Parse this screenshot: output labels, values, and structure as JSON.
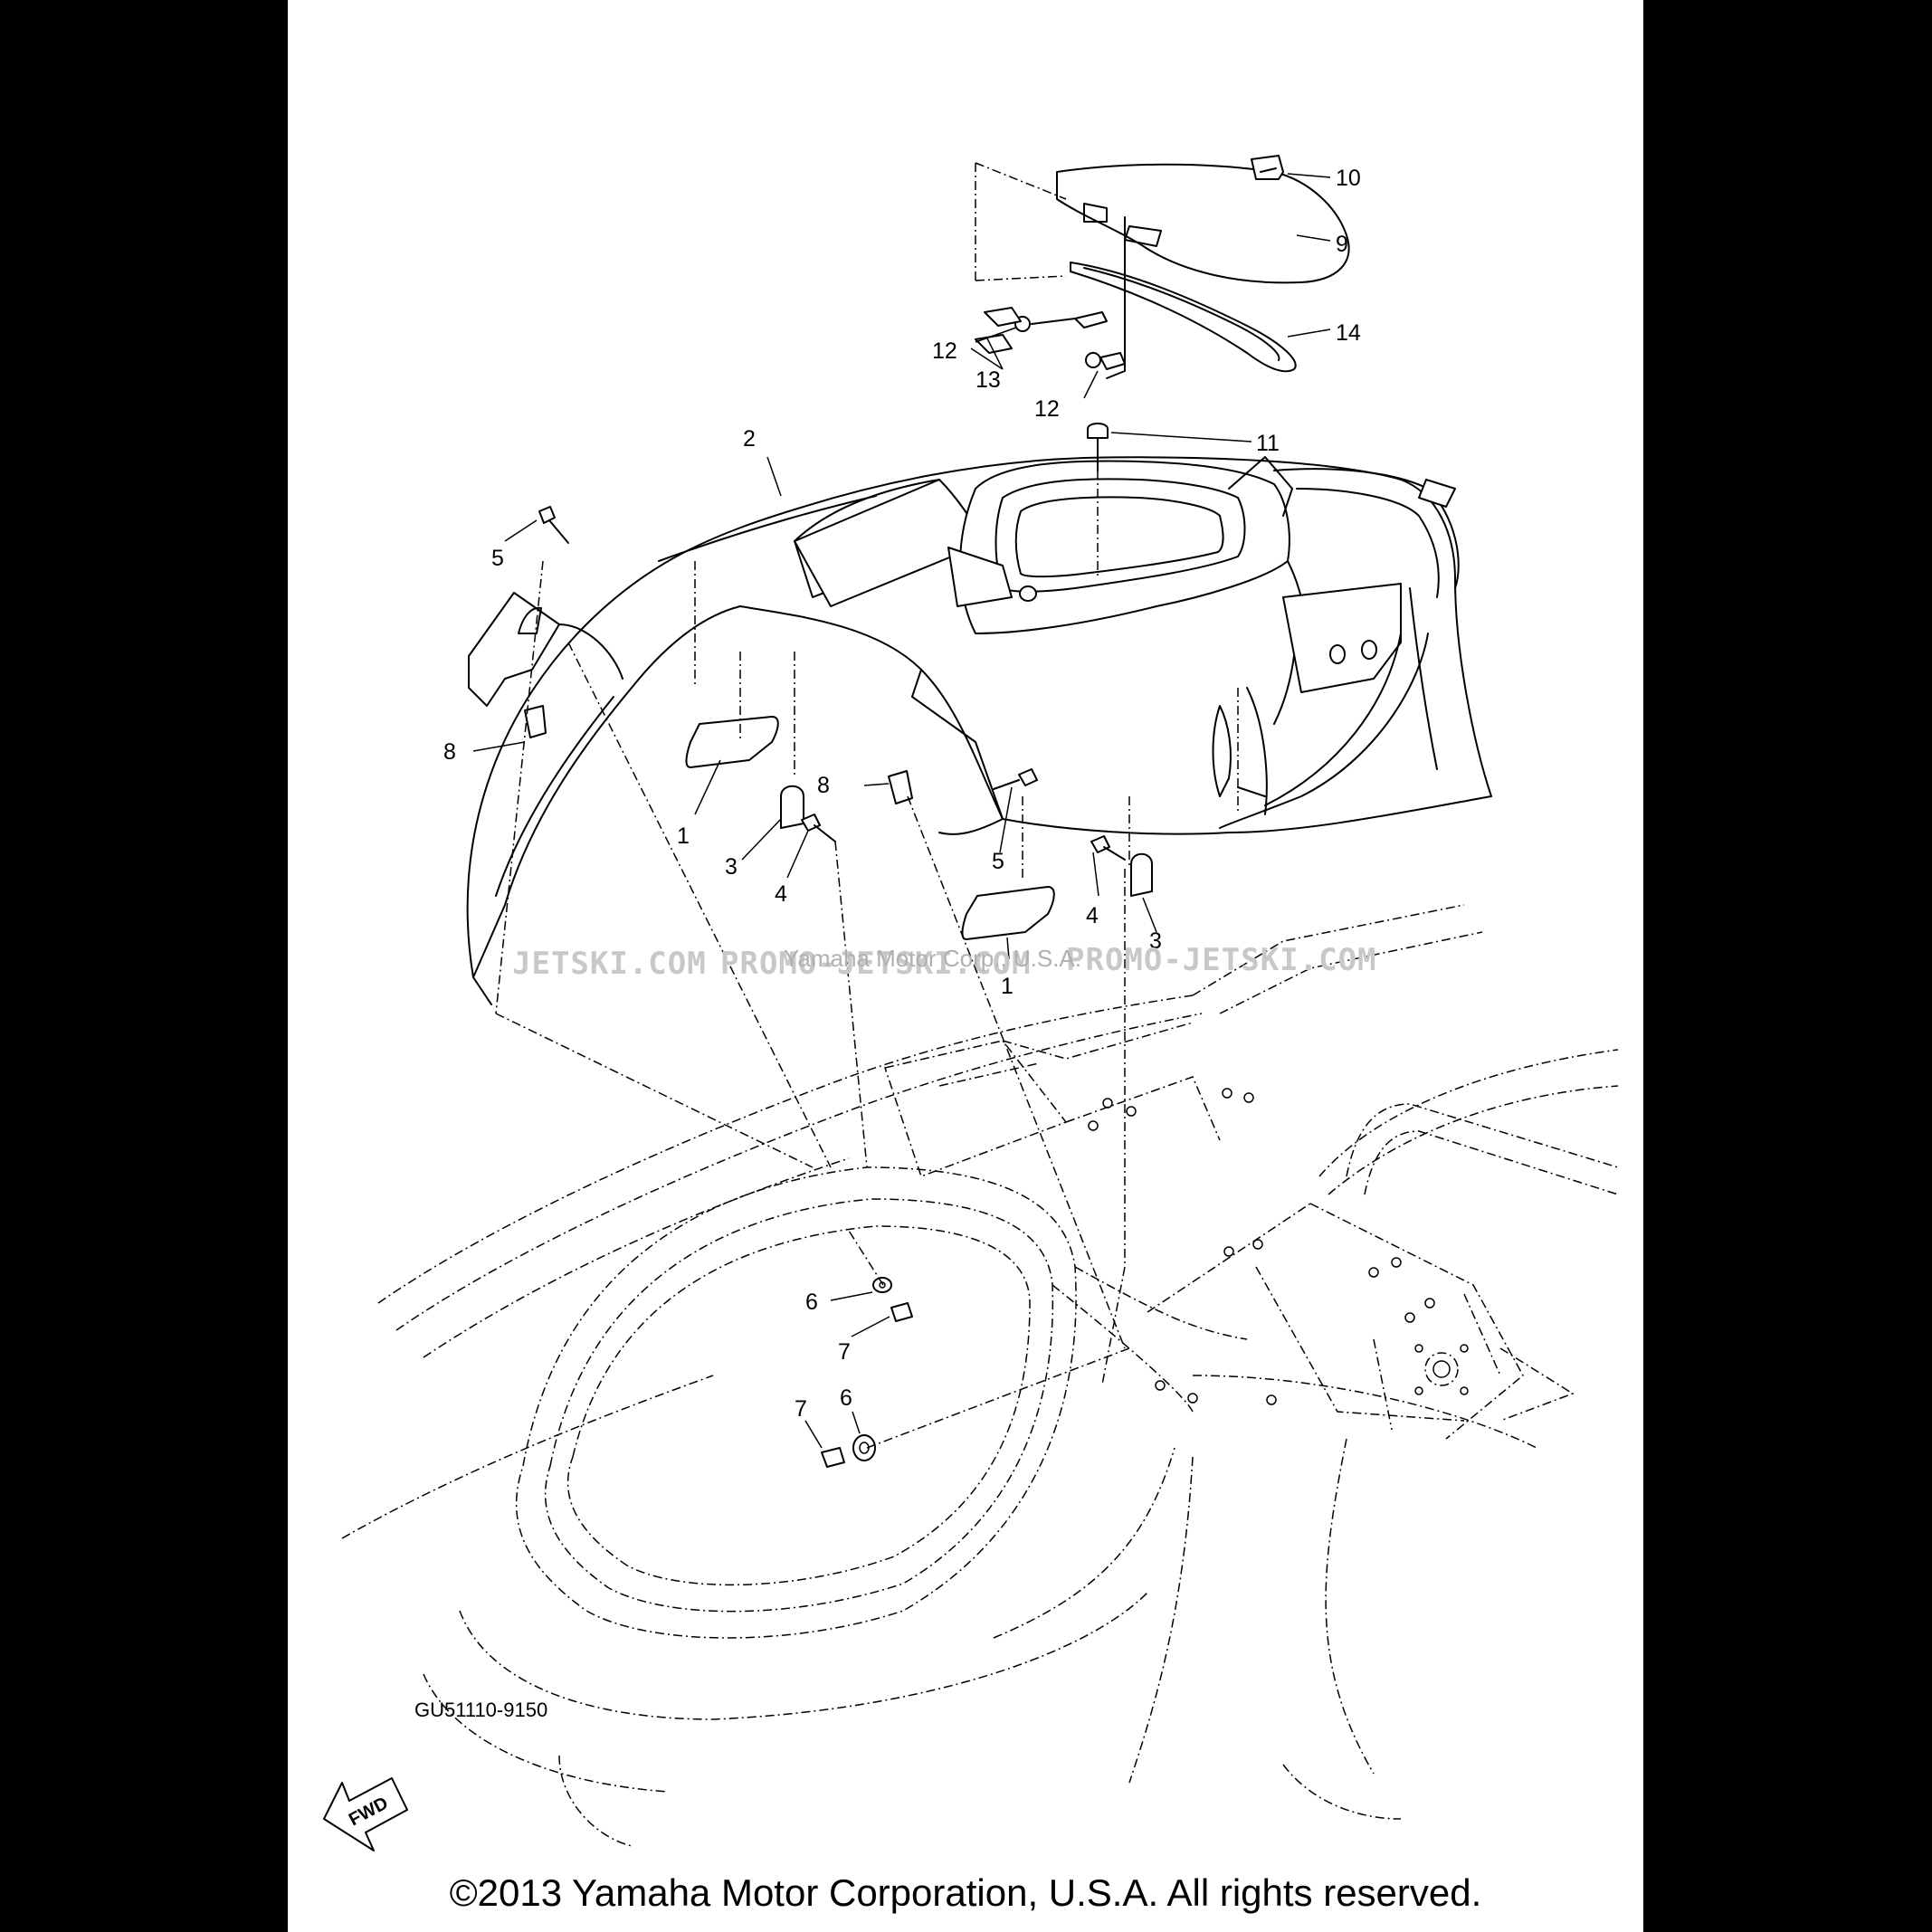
{
  "diagram": {
    "callouts": [
      "1",
      "2",
      "3",
      "4",
      "5",
      "6",
      "7",
      "8",
      "9",
      "10",
      "11",
      "12",
      "13",
      "14"
    ],
    "part_code": "GU51110-9150",
    "direction_label": "FWD",
    "watermark": {
      "left": "JETSKI.COM",
      "center": "PROMO-JETSKI.COM",
      "right": "PROMO-JETSKI.COM",
      "overlay": "Yamaha Motor Corp., U.S.A."
    }
  },
  "footer": {
    "copyright": "©2013 Yamaha Motor Corporation, U.S.A. All rights reserved."
  }
}
